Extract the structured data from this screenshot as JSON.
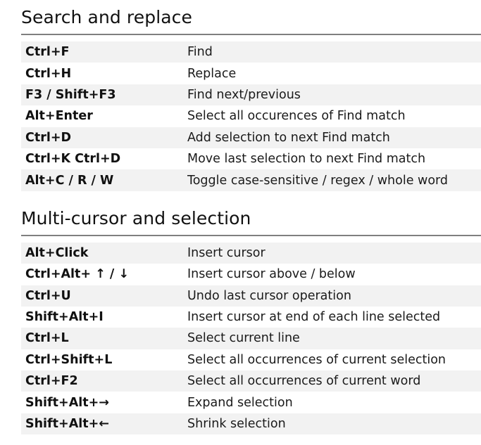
{
  "sections": [
    {
      "title": "Search and replace",
      "rows": [
        {
          "keys": "Ctrl+F",
          "action": "Find"
        },
        {
          "keys": "Ctrl+H",
          "action": "Replace"
        },
        {
          "keys": "F3 / Shift+F3",
          "action": "Find next/previous"
        },
        {
          "keys": "Alt+Enter",
          "action": "Select all occurences of Find match"
        },
        {
          "keys": "Ctrl+D",
          "action": "Add selection to next Find match"
        },
        {
          "keys": "Ctrl+K Ctrl+D",
          "action": "Move last selection to next Find match"
        },
        {
          "keys": "Alt+C / R / W",
          "action": "Toggle case-sensitive / regex / whole word"
        }
      ]
    },
    {
      "title": "Multi-cursor and selection",
      "rows": [
        {
          "keys": "Alt+Click",
          "action": "Insert cursor"
        },
        {
          "keys": "Ctrl+Alt+ ↑ / ↓",
          "action": "Insert cursor above / below"
        },
        {
          "keys": "Ctrl+U",
          "action": "Undo last cursor operation"
        },
        {
          "keys": "Shift+Alt+I",
          "action": "Insert cursor at end of each line selected"
        },
        {
          "keys": "Ctrl+L",
          "action": "Select current line"
        },
        {
          "keys": "Ctrl+Shift+L",
          "action": "Select all occurrences of current selection"
        },
        {
          "keys": "Ctrl+F2",
          "action": "Select all occurrences of current word"
        },
        {
          "keys": "Shift+Alt+→",
          "action": "Expand selection"
        },
        {
          "keys": "Shift+Alt+←",
          "action": "Shrink selection"
        }
      ]
    }
  ]
}
